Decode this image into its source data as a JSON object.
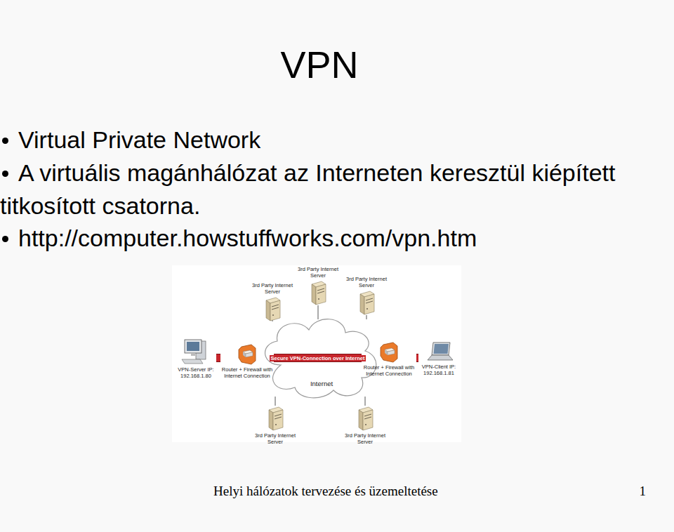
{
  "diagram": {
    "title": "VPN",
    "nodes": [
      {
        "text": [
          "3rd Party Internet Server"
        ]
      },
      {
        "text": [
          "3rd Party Internet Server"
        ]
      },
      {
        "text": [
          "3rd Party Internet Server"
        ]
      },
      {
        "text": [
          "VPN-Server IP: 192.168.1.80"
        ]
      },
      {
        "text": [
          "Router + Firewall with Internet Connection"
        ]
      },
      {
        "text": [
          "Internet"
        ]
      },
      {
        "text": [
          "Router + Firewall with Internet Connection"
        ]
      },
      {
        "text": [
          "VPN-Client IP: 192.168.1.81"
        ]
      },
      {
        "text": [
          "3rd Party Internet Server"
        ]
      },
      {
        "text": [
          "3rd Party Internet Server"
        ]
      }
    ],
    "edges": [
      {
        "from": 0,
        "to": 5,
        "arrow": "none"
      },
      {
        "from": 1,
        "to": 5,
        "arrow": "none"
      },
      {
        "from": 2,
        "to": 5,
        "arrow": "none"
      },
      {
        "from": 3,
        "to": 4,
        "arrow": "none"
      },
      {
        "from": 4,
        "to": 6,
        "label": "Secure VPN-Connection over Internet",
        "arrow": "none"
      },
      {
        "from": 6,
        "to": 7,
        "arrow": "none"
      },
      {
        "from": 8,
        "to": 5,
        "arrow": "none"
      },
      {
        "from": 9,
        "to": 5,
        "arrow": "none"
      }
    ],
    "labels": [
      "Virtual Private Network",
      "A virtuális magánhálózat az Interneten keresztül kiépített titkosított csatorna.",
      "http://computer.howstuffworks.com/vpn.htm",
      "Helyi hálózatok tervezése és üzemeltetése",
      "1"
    ]
  }
}
